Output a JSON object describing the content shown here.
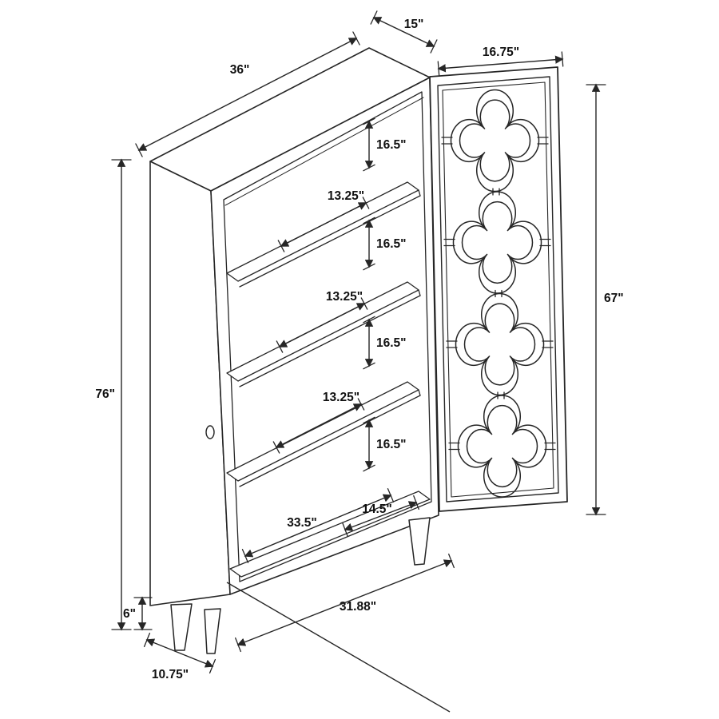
{
  "meta": {
    "type": "furniture-dimension-diagram",
    "subject": "tall cabinet with open quatrefoil-pattern door",
    "background_color": "#ffffff",
    "line_color": "#262626",
    "text_color": "#111111"
  },
  "dimensions": {
    "cabinet_width": "36\"",
    "cabinet_depth": "15\"",
    "cabinet_height": "76\"",
    "door_width": "16.75\"",
    "door_height": "67\"",
    "shelf_spacings": [
      "16.5\"",
      "16.5\"",
      "16.5\"",
      "16.5\""
    ],
    "shelf_depths": [
      "13.25\"",
      "13.25\"",
      "13.25\""
    ],
    "bottom_shelf_depth": "14.5\"",
    "interior_bottom_width": "33.5\"",
    "base_width": "31.88\"",
    "leg_height": "6\"",
    "leg_depth": "10.75\""
  }
}
